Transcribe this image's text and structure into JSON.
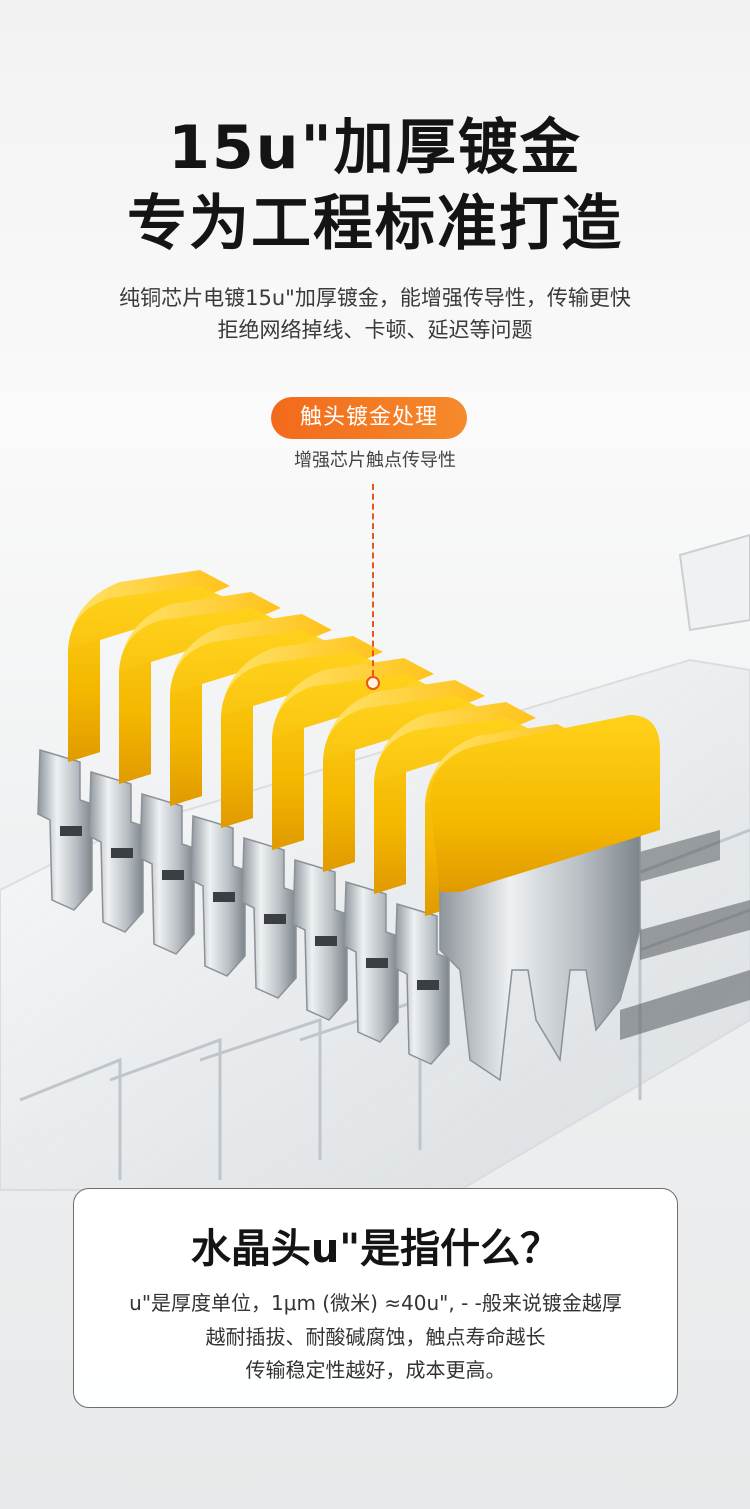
{
  "headline": {
    "line1": "15u\"加厚镀金",
    "line2": "专为工程标准打造"
  },
  "subtitle": {
    "line1": "纯铜芯片电镀15u\"加厚镀金，能增强传导性，传输更快",
    "line2": "拒绝网络掉线、卡顿、延迟等问题"
  },
  "badge": {
    "label": "触头镀金处理",
    "caption": "增强芯片触点传导性",
    "color": "#f26a1b"
  },
  "illustration": {
    "contact_count": 8,
    "gold_color": "#f5b800",
    "silver_color": "#c9ced3"
  },
  "info_card": {
    "title": "水晶头u\"是指什么？",
    "lines": [
      "u\"是厚度单位，1μm (微米) ≈40u\", - -般来说镀金越厚",
      "越耐插拔、耐酸碱腐蚀，触点寿命越长",
      "传输稳定性越好，成本更高。"
    ]
  }
}
